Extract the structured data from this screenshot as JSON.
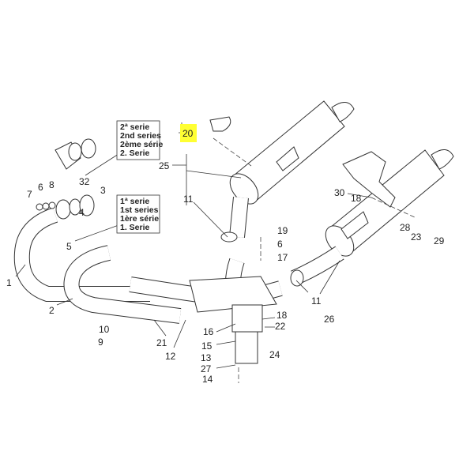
{
  "highlight_color": "#ffff33",
  "series_boxes": {
    "second": [
      "2ª serie",
      "2nd series",
      "2ème série",
      "2. Serie"
    ],
    "first": [
      "1ª serie",
      "1st series",
      "1ère série",
      "1. Serie"
    ]
  },
  "callouts": {
    "p1": "1",
    "p2": "2",
    "p3": "3",
    "p4": "4",
    "p5": "5",
    "p6a": "6",
    "p6b": "6",
    "p7": "7",
    "p8": "8",
    "p9": "9",
    "p10": "10",
    "p11a": "11",
    "p11b": "11",
    "p12": "12",
    "p13": "13",
    "p14": "14",
    "p15": "15",
    "p16": "16",
    "p17": "17",
    "p18a": "18",
    "p18b": "18",
    "p19": "19",
    "p20": "20",
    "p21": "21",
    "p22": "22",
    "p23": "23",
    "p24": "24",
    "p25": "25",
    "p26": "26",
    "p27": "27",
    "p28": "28",
    "p29": "29",
    "p30": "30",
    "p32": "32"
  }
}
